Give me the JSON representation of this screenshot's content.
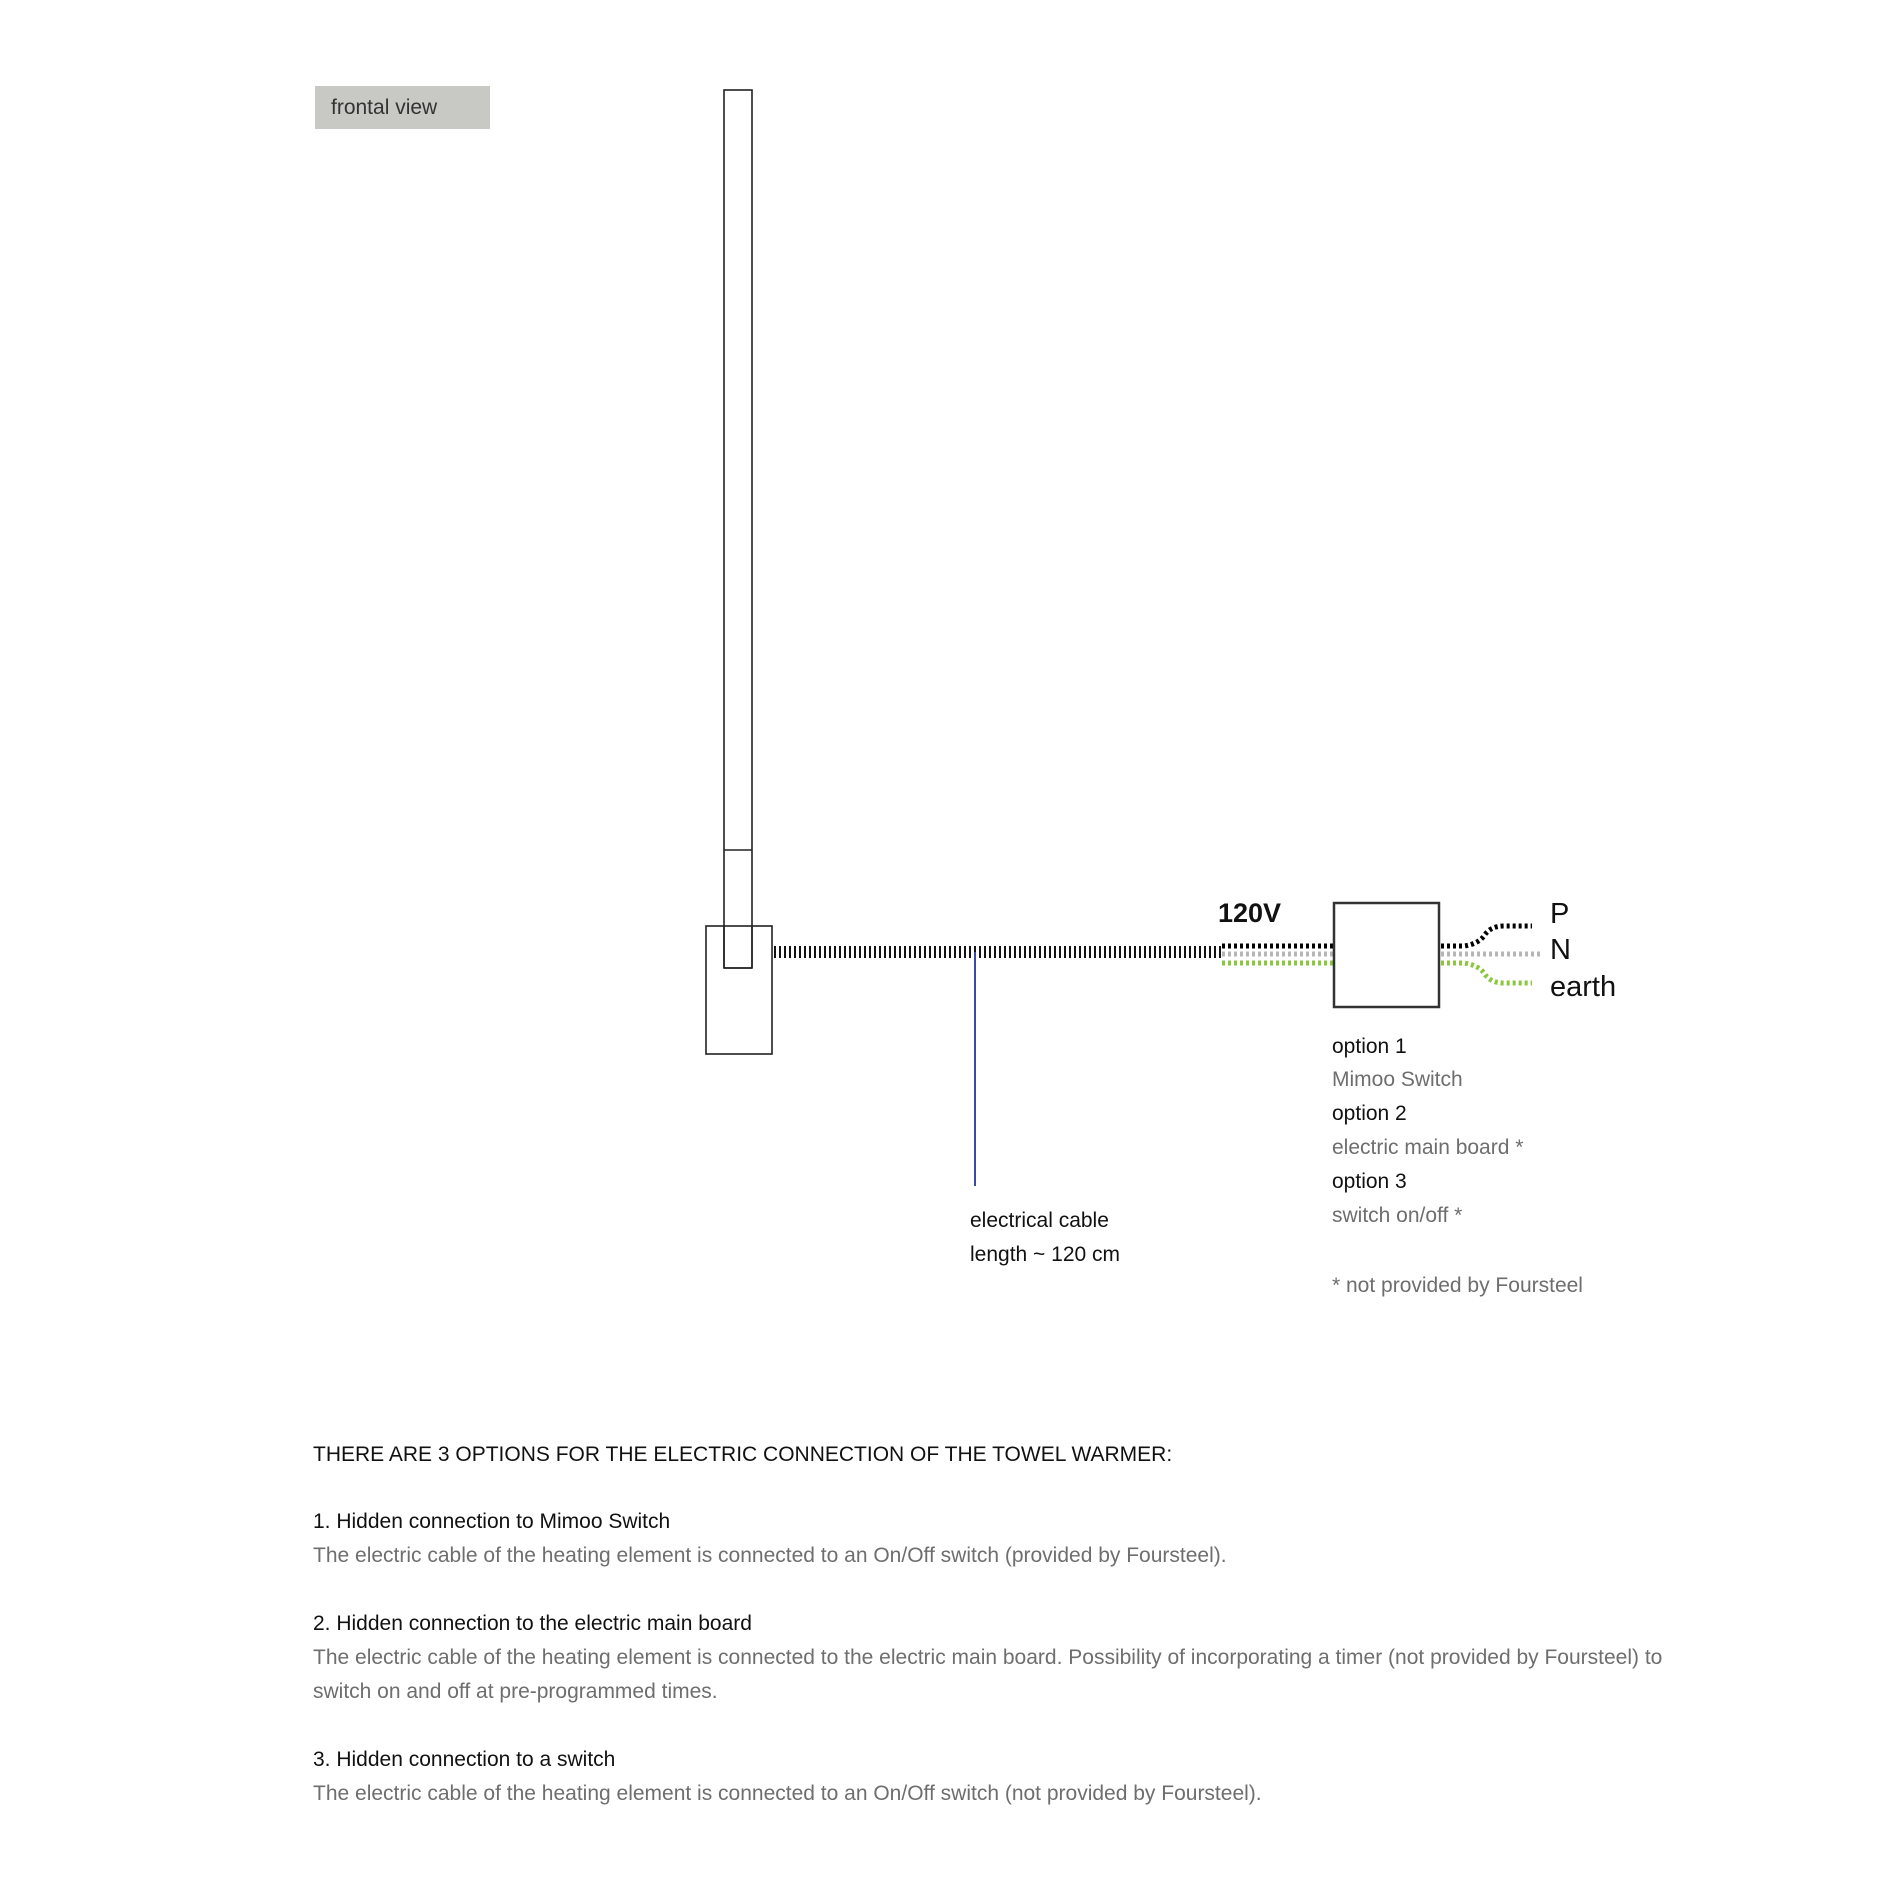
{
  "view_label": "frontal view",
  "voltage": "120V",
  "wires": [
    {
      "label": "P",
      "color": "#000000"
    },
    {
      "label": "N",
      "color": "#b5b5b5"
    },
    {
      "label": "earth",
      "color": "#8cc63f"
    }
  ],
  "cable_note": [
    "electrical cable",
    "length ~ 120 cm"
  ],
  "options": [
    {
      "title": "option 1",
      "desc": "Mimoo Switch"
    },
    {
      "title": "option 2",
      "desc": "electric main board *"
    },
    {
      "title": "option 3",
      "desc": "switch on/off *"
    }
  ],
  "footnote": "* not provided by Foursteel",
  "colors": {
    "cable_leader": "#3b4aa0",
    "label_gray": "#6e6e6e",
    "tag_bg": "#c8c8c4"
  },
  "instructions": {
    "heading": "THERE ARE 3 OPTIONS FOR THE ELECTRIC CONNECTION OF THE TOWEL WARMER:",
    "items": [
      {
        "title": "1. Hidden connection to Mimoo Switch",
        "body": "The electric cable of the heating element is connected to an On/Off switch (provided by Foursteel)."
      },
      {
        "title": "2. Hidden connection to the electric main board",
        "body": "The electric cable of the heating element is connected to the electric main board. Possibility of incorporating a timer (not provided by Foursteel) to switch on and off at pre-programmed times."
      },
      {
        "title": "3. Hidden connection to a switch",
        "body": "The electric cable of the heating element is connected to an On/Off switch (not provided by Foursteel)."
      }
    ]
  }
}
